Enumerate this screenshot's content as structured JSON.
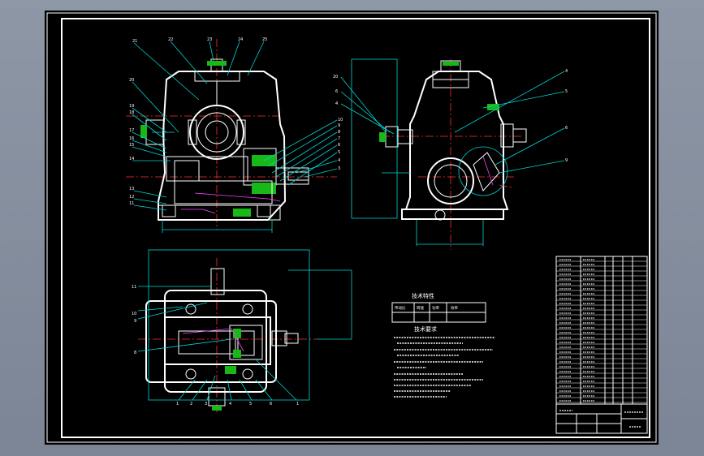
{
  "drawing": {
    "params_title": "技术特性",
    "params_table": {
      "row1": [
        "传动比",
        "转速",
        "功率",
        "效率"
      ],
      "row2": [
        "",
        "",
        "",
        ""
      ]
    },
    "req_title": "技术要求"
  },
  "colors": {
    "background": "#000000",
    "outline": "#ffffff",
    "dimension": "#00d4d4",
    "centerline": "#ff3030",
    "hatch": "#18b818",
    "highlight": "#ff40ff"
  }
}
